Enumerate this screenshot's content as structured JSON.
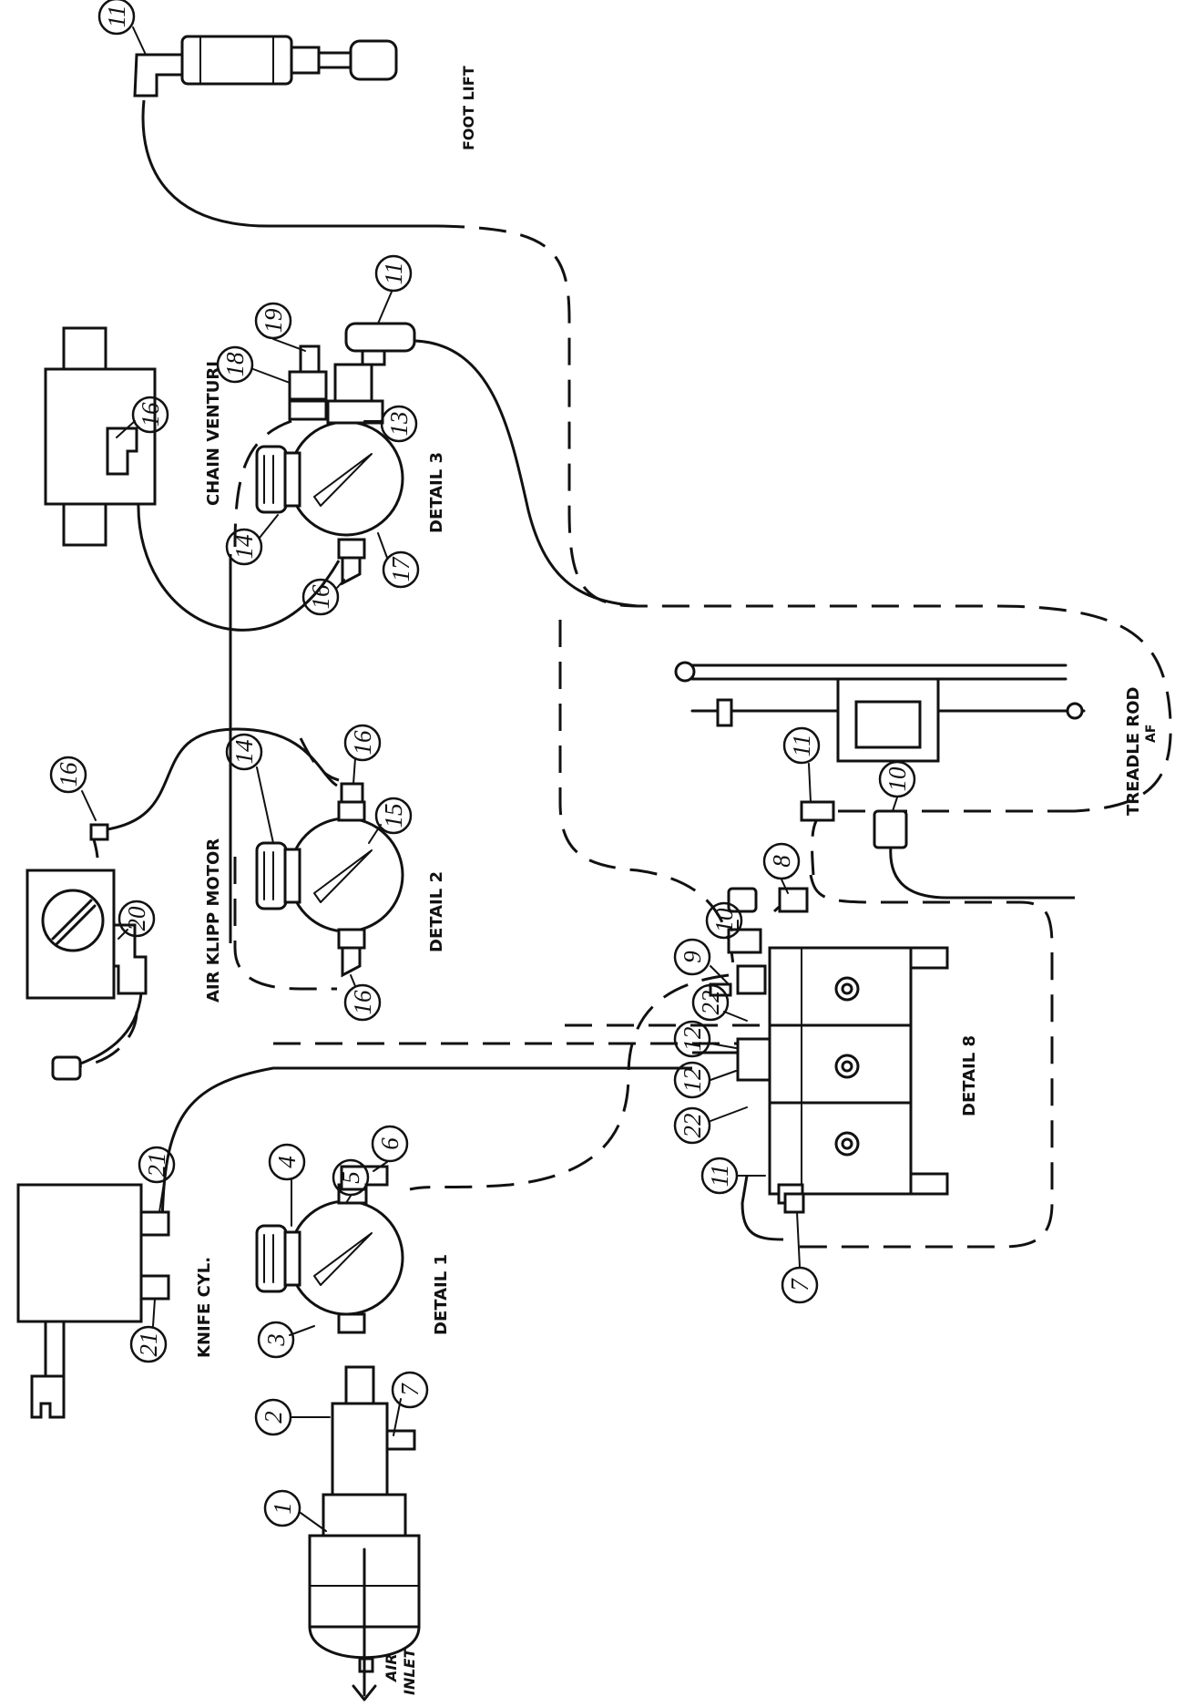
{
  "labels": {
    "foot_lift": "FOOT LIFT",
    "chain_venturi": "CHAIN VENTURI",
    "air_klipp_motor": "AIR KLIPP MOTOR",
    "knife_cyl": "KNIFE CYL.",
    "detail_1": "DETAIL 1",
    "detail_2": "DETAIL 2",
    "detail_3": "DETAIL 3",
    "detail_8": "DETAIL 8",
    "treadle_rod": "TREADLE ROD",
    "treadle_rod_sub": "AF",
    "air_inlet_1": "AIR",
    "air_inlet_2": "INLET"
  },
  "callouts": [
    {
      "id": "c-foot-11",
      "n": "11"
    },
    {
      "id": "c-venturi-16",
      "n": "16"
    },
    {
      "id": "c-d3-19",
      "n": "19"
    },
    {
      "id": "c-d3-18",
      "n": "18"
    },
    {
      "id": "c-d3-11",
      "n": "11"
    },
    {
      "id": "c-d3-13",
      "n": "13"
    },
    {
      "id": "c-d3-14",
      "n": "14"
    },
    {
      "id": "c-d3-17",
      "n": "17"
    },
    {
      "id": "c-d3-16",
      "n": "16"
    },
    {
      "id": "c-motor-16",
      "n": "16"
    },
    {
      "id": "c-motor-20",
      "n": "20"
    },
    {
      "id": "c-d2-14",
      "n": "14"
    },
    {
      "id": "c-d2-16a",
      "n": "16"
    },
    {
      "id": "c-d2-15",
      "n": "15"
    },
    {
      "id": "c-d2-16b",
      "n": "16"
    },
    {
      "id": "c-treadle-11",
      "n": "11"
    },
    {
      "id": "c-treadle-10",
      "n": "10"
    },
    {
      "id": "c-d8-8",
      "n": "8"
    },
    {
      "id": "c-d8-10",
      "n": "10"
    },
    {
      "id": "c-d8-9",
      "n": "9"
    },
    {
      "id": "c-d8-22a",
      "n": "22"
    },
    {
      "id": "c-d8-12a",
      "n": "12"
    },
    {
      "id": "c-d8-12b",
      "n": "12"
    },
    {
      "id": "c-d8-22b",
      "n": "22"
    },
    {
      "id": "c-d8-11",
      "n": "11"
    },
    {
      "id": "c-d8-7",
      "n": "7"
    },
    {
      "id": "c-d1-21a",
      "n": "21"
    },
    {
      "id": "c-d1-21b",
      "n": "21"
    },
    {
      "id": "c-d1-6",
      "n": "6"
    },
    {
      "id": "c-d1-5",
      "n": "5"
    },
    {
      "id": "c-d1-4",
      "n": "4"
    },
    {
      "id": "c-d1-3",
      "n": "3"
    },
    {
      "id": "c-d1-2",
      "n": "2"
    },
    {
      "id": "c-d1-7",
      "n": "7"
    },
    {
      "id": "c-d1-1",
      "n": "1"
    }
  ]
}
